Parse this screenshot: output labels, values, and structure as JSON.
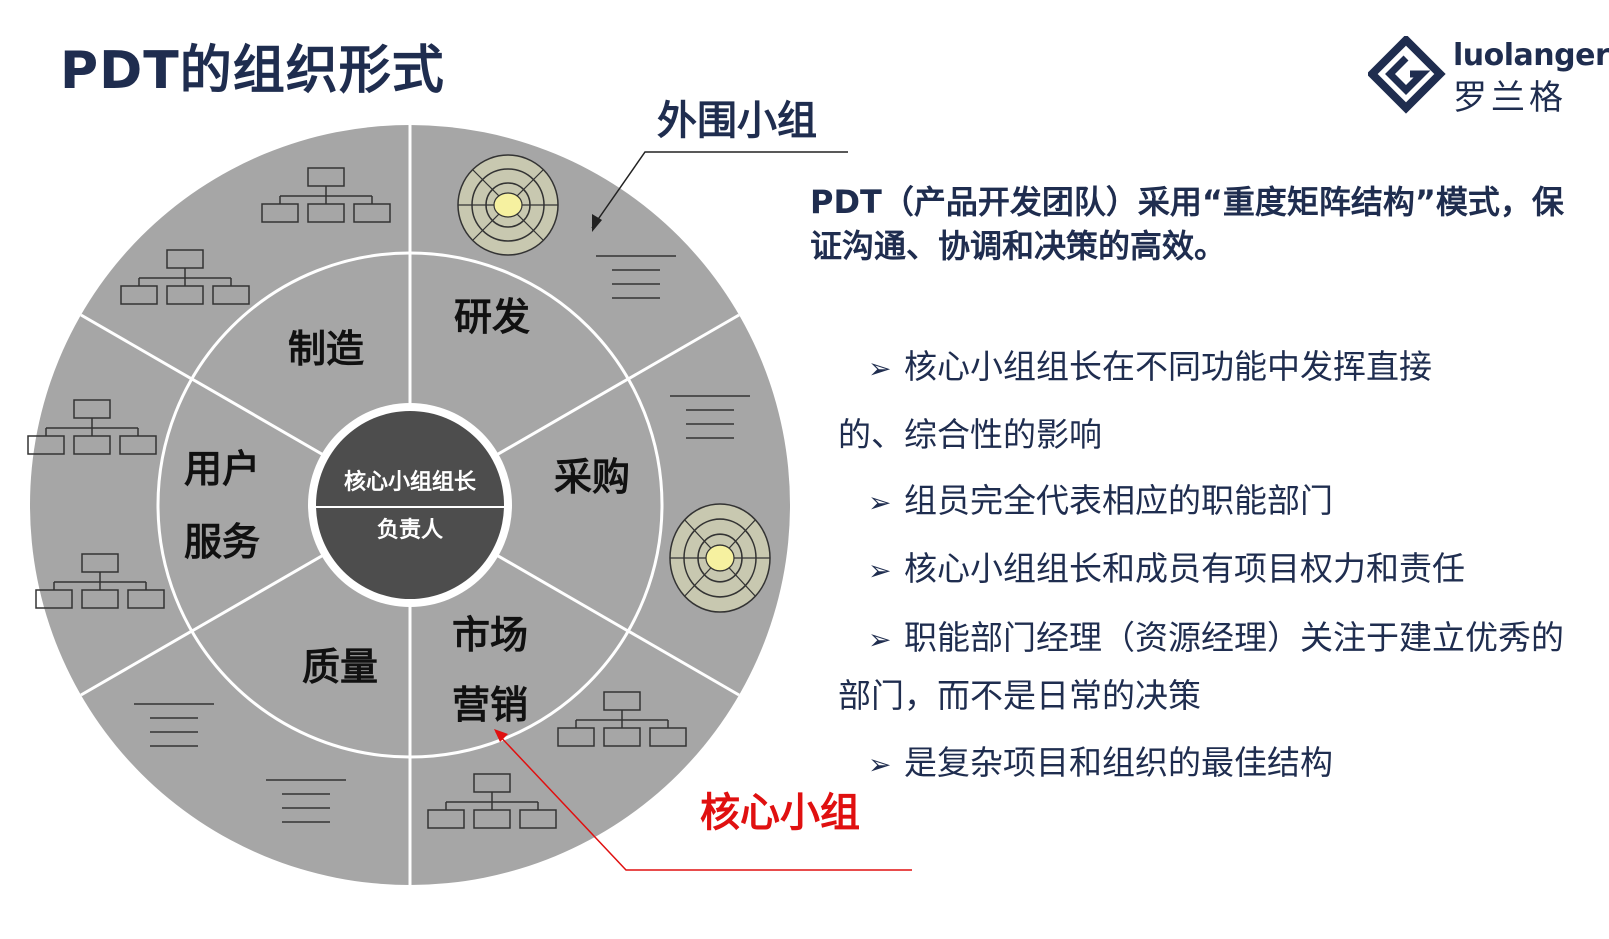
{
  "title": "PDT的组织形式",
  "logo": {
    "en": "luolanger",
    "cn": "罗兰格"
  },
  "diagram": {
    "outer_label": "外围小组",
    "core_label": "核心小组",
    "center_line1": "核心小组组长",
    "center_line2": "负责人",
    "segments": {
      "rd": "研发",
      "manufacturing": "制造",
      "procurement": "采购",
      "user_service_1": "用户",
      "user_service_2": "服务",
      "quality": "质量",
      "marketing_1": "市场",
      "marketing_2": "营销"
    }
  },
  "description": "PDT（产品开发团队）采用“重度矩阵结构”模式，保证沟通、协调和决策的高效。",
  "bullets": [
    {
      "arrow": "➢",
      "text": "核心小组组长在不同功能中发挥直接",
      "cont": "的、综合性的影响"
    },
    {
      "arrow": "➢",
      "text": "组员完全代表相应的职能部门",
      "cont": ""
    },
    {
      "arrow": "➢",
      "text": "核心小组组长和成员有项目权力和责任",
      "cont": ""
    },
    {
      "arrow": "➢",
      "text": "职能部门经理（资源经理）关注于建立优秀的",
      "cont": "部门，而不是日常的决策"
    },
    {
      "arrow": "➢",
      "text": "是复杂项目和组织的最佳结构",
      "cont": ""
    }
  ],
  "colors": {
    "navy": "#1f2d4f",
    "red": "#e01010",
    "gray": "#a6a6a6",
    "dark_center": "#4d4d4d"
  }
}
